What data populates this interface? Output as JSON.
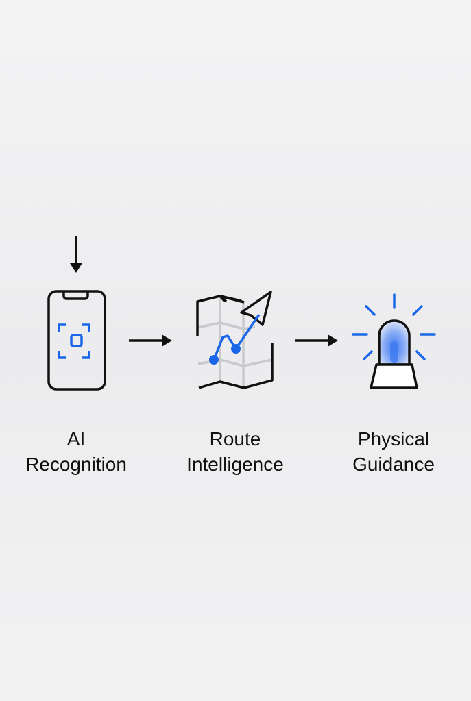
{
  "steps": [
    {
      "line1": "AI",
      "line2": "Recognition",
      "icon": "phone-scan-icon"
    },
    {
      "line1": "Route",
      "line2": "Intelligence",
      "icon": "map-route-icon"
    },
    {
      "line1": "Physical",
      "line2": "Guidance",
      "icon": "beacon-light-icon"
    }
  ],
  "colors": {
    "accent": "#1a66e8",
    "stroke": "#111111",
    "grid": "#c8cacd"
  }
}
